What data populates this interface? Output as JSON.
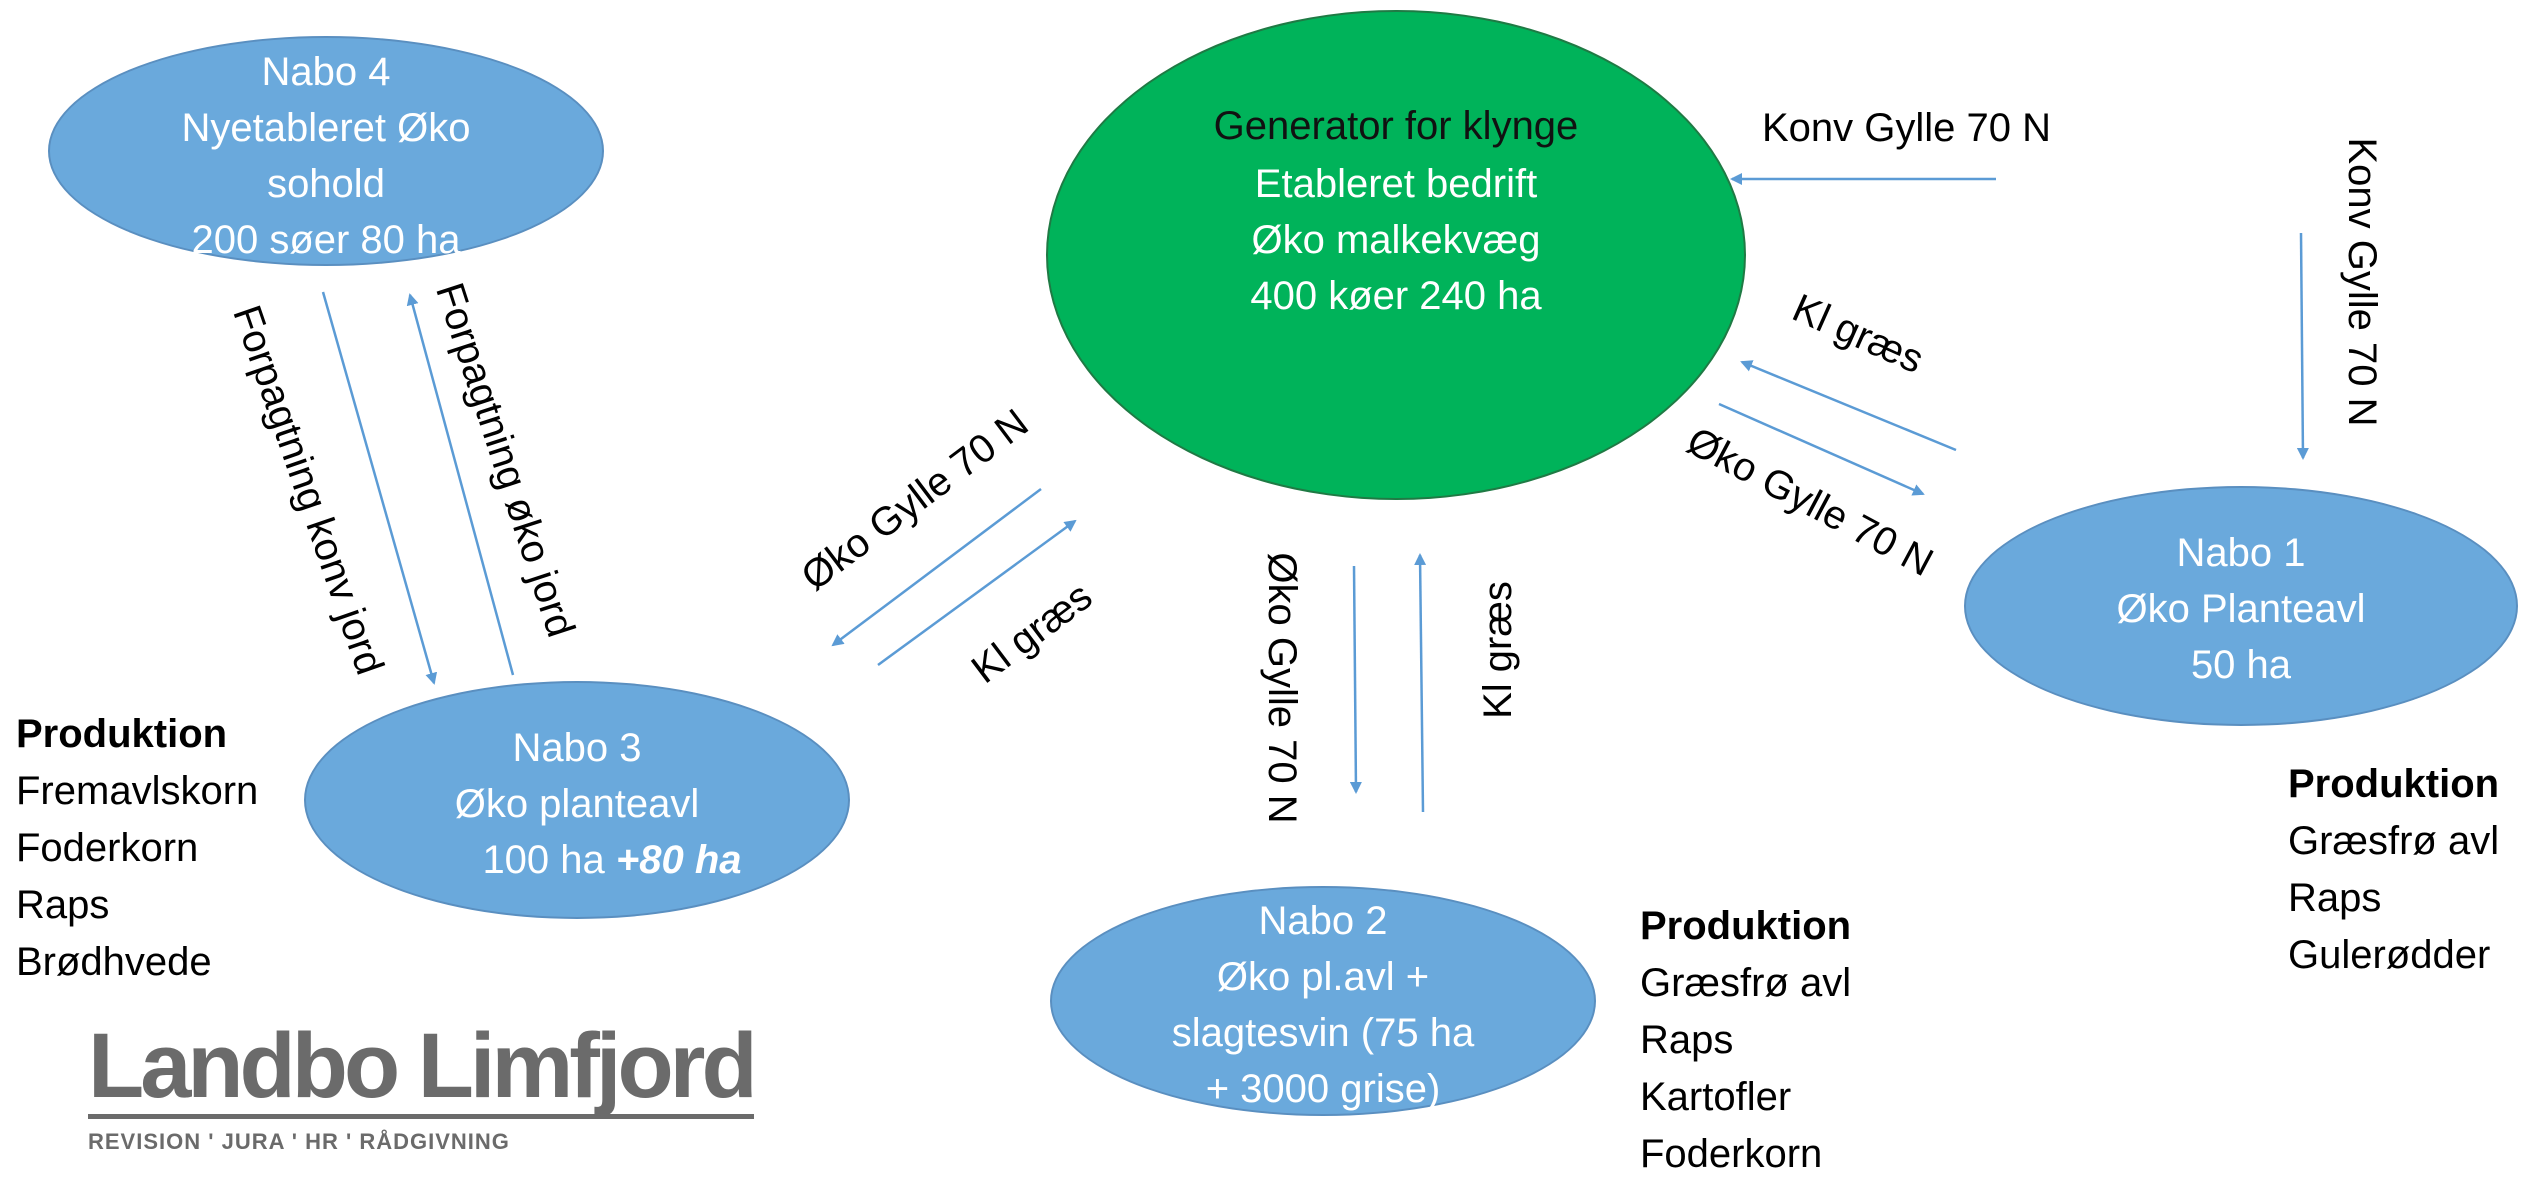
{
  "nodes": {
    "nabo4": {
      "lines": [
        "Nabo 4",
        "Nyetableret Øko",
        "sohold",
        "200 søer 80 ha"
      ]
    },
    "generator": {
      "title": "Generator for klynge",
      "lines": [
        "Etableret bedrift",
        "Øko malkekvæg",
        "400 køer  240 ha"
      ]
    },
    "nabo1": {
      "lines": [
        "Nabo 1",
        "Øko Planteavl",
        "50 ha"
      ]
    },
    "nabo3": {
      "lines": [
        "Nabo 3",
        "Øko planteavl"
      ],
      "area": "100 ha",
      "extra": "+80 ha"
    },
    "nabo2": {
      "lines": [
        "Nabo 2",
        "Øko pl.avl +",
        "slagtesvin (75 ha",
        "+ 3000 grise)"
      ]
    }
  },
  "edges": {
    "forp_konv": "Forpagtning konv jord",
    "forp_oko": "Forpagtning øko jord",
    "oko_gylle_nabo3": "Øko Gylle 70 N",
    "kl_graes_nabo3": "Kl græs",
    "oko_gylle_nabo2": "Øko Gylle 70 N",
    "kl_graes_nabo2": "Kl græs",
    "kl_graes_nabo1": "Kl græs",
    "oko_gylle_nabo1": "Øko Gylle 70 N",
    "konv_gylle_top": "Konv Gylle 70 N",
    "konv_gylle_side": "Konv Gylle 70 N"
  },
  "production": {
    "nabo3": {
      "title": "Produktion",
      "items": [
        "Fremavlskorn",
        "Foderkorn",
        "Raps",
        "Brødhvede"
      ]
    },
    "nabo2": {
      "title": "Produktion",
      "items": [
        "Græsfrø avl",
        "Raps",
        "Kartofler",
        "Foderkorn"
      ]
    },
    "nabo1": {
      "title": "Produktion",
      "items": [
        "Græsfrø avl",
        "Raps",
        "Gulerødder"
      ]
    }
  },
  "logo": {
    "name": "Landbo Limfjord",
    "tagline": "REVISION ' JURA ' HR ' RÅDGIVNING"
  },
  "colors": {
    "node_blue": "#6aa9dc",
    "generator_green": "#00b35a",
    "arrow": "#5b9bd5"
  }
}
